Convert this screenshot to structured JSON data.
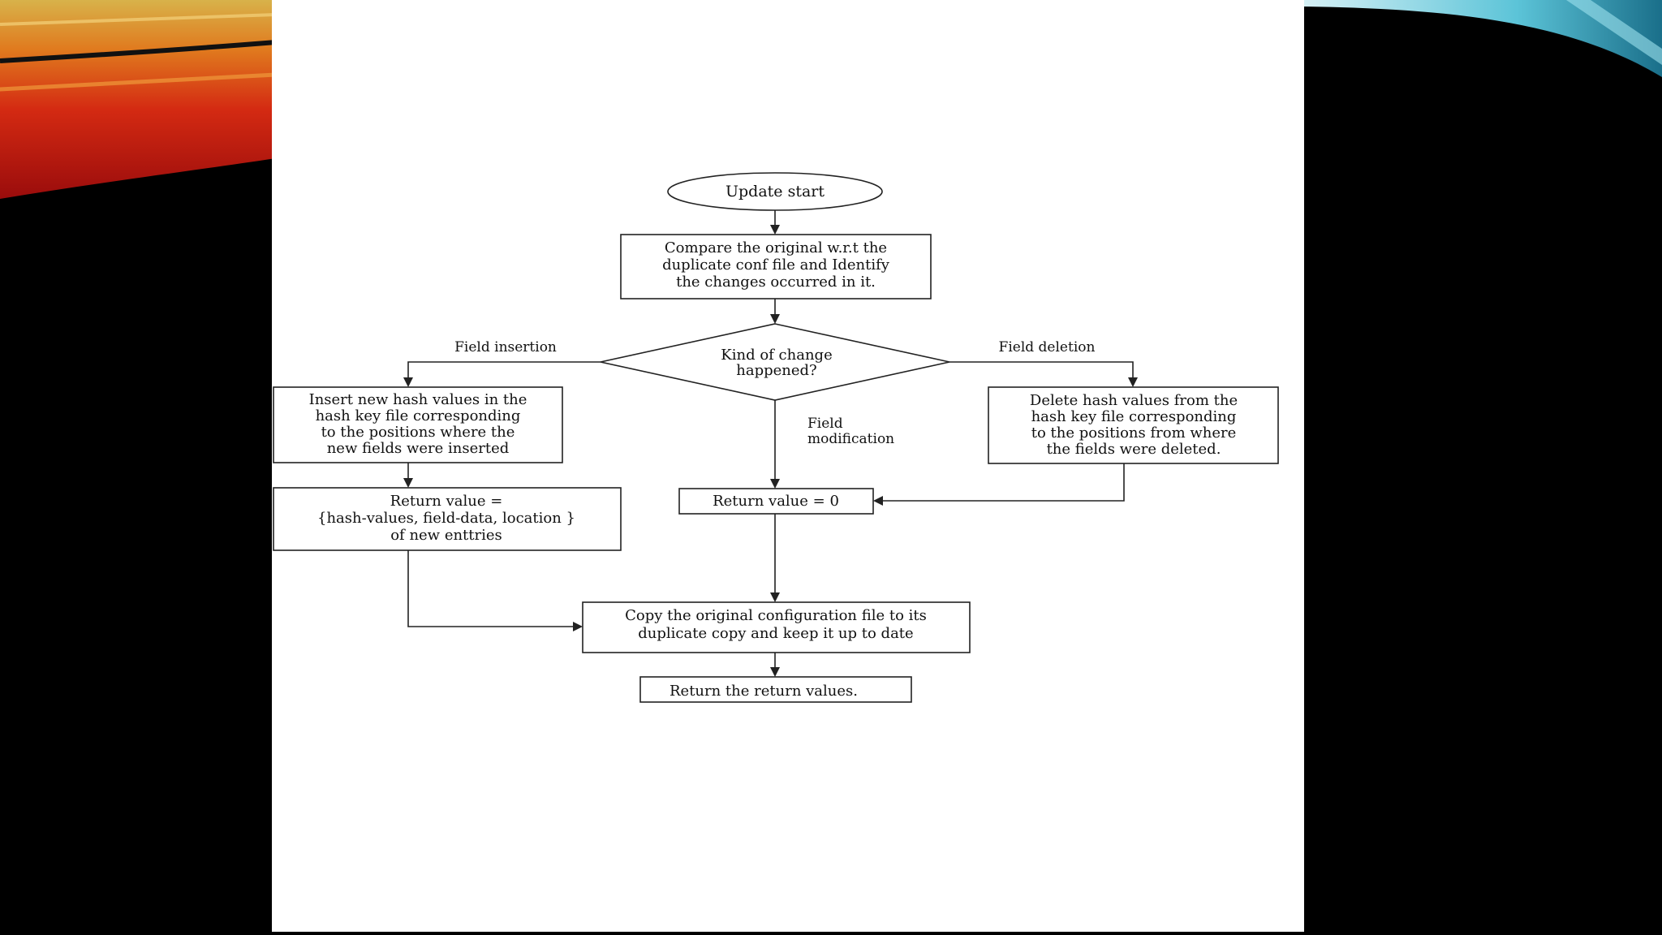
{
  "flowchart": {
    "start": "Update start",
    "compare": [
      "Compare the original w.r.t the",
      "duplicate conf file and Identify",
      "the changes occurred in it."
    ],
    "decision": [
      "Kind of change",
      "happened?"
    ],
    "edge_insertion": "Field insertion",
    "edge_deletion": "Field deletion",
    "edge_modification": [
      "Field",
      "modification"
    ],
    "insert_box": [
      "Insert new hash values in the",
      "hash key file corresponding",
      "to the positions where the",
      "new fields were inserted"
    ],
    "delete_box": [
      "Delete hash values from the",
      "hash key file corresponding",
      "to the positions from where",
      "the fields were deleted."
    ],
    "return_insert": [
      "Return value =",
      "{hash-values, field-data, location }",
      "of new enttries"
    ],
    "return_zero": "Return value = 0",
    "copy_box": [
      "Copy the original configuration file to its",
      "duplicate copy and keep it up to date"
    ],
    "return_final": "Return the return values."
  }
}
